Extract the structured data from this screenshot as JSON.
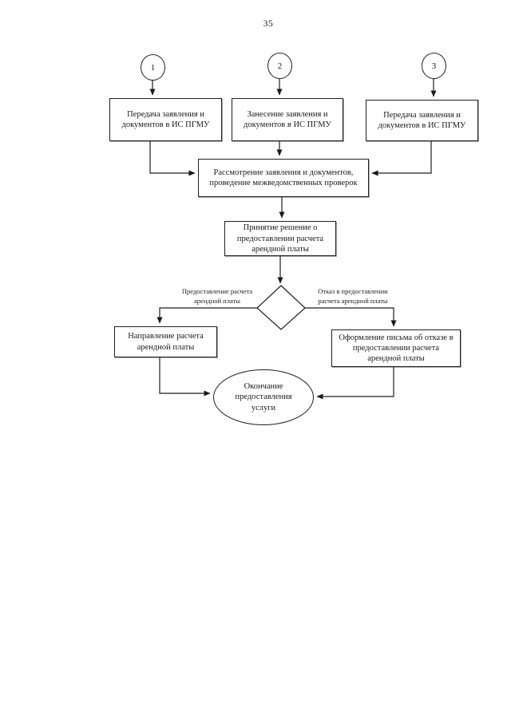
{
  "page": {
    "number": "35"
  },
  "flowchart": {
    "start_nodes": [
      {
        "label": "1"
      },
      {
        "label": "2"
      },
      {
        "label": "3"
      }
    ],
    "steps": {
      "transfer1": "Передача заявления и документов в ИС ПГМУ",
      "entry": "Занесение заявления и документов в ИС ПГМУ",
      "transfer3": "Передача заявления и документов в ИС ПГМУ",
      "review": "Рассмотрение заявления и документов, проведение межведомственных проверок",
      "decision": "Принятие решение о предоставлении расчета арендной платы",
      "send_calc": "Направление расчета арендной платы",
      "refusal_letter": "Оформление письма об отказе в предоставлении расчета арендной платы",
      "end": "Окончание предоставления услуги"
    },
    "branch_labels": {
      "approve": "Предоставление расчета арендной платы",
      "refuse": "Отказ в предоставлении расчета арендной платы"
    },
    "colors": {
      "ink": "#1a1a1a",
      "paper": "#ffffff"
    }
  }
}
